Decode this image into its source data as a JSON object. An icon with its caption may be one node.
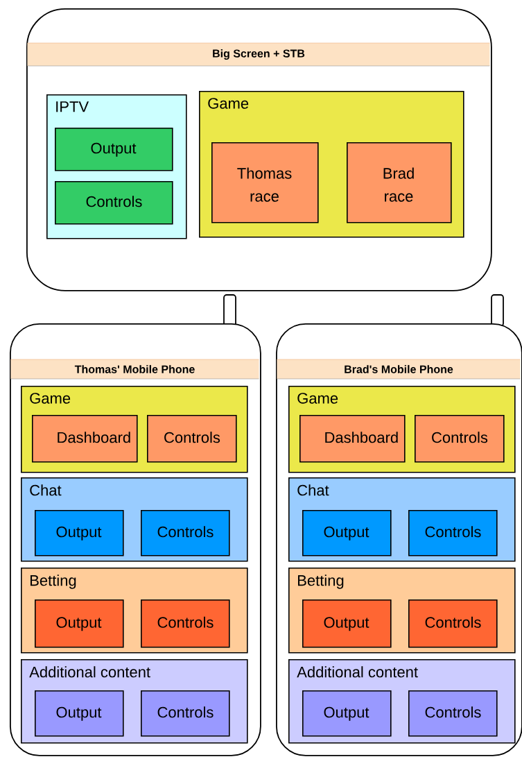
{
  "diagram": {
    "nodes": [
      {
        "text": [
          "Big Screen + STB"
        ]
      },
      {
        "text": [
          "IPTV"
        ],
        "in": 0
      },
      {
        "text": [
          "Output"
        ],
        "in": 1
      },
      {
        "text": [
          "Controls"
        ],
        "in": 1
      },
      {
        "text": [
          "Game"
        ],
        "in": 0
      },
      {
        "text": [
          "Thomas race"
        ],
        "in": 4
      },
      {
        "text": [
          "Brad race"
        ],
        "in": 4
      },
      {
        "text": [
          "Thomas' Mobile Phone"
        ]
      },
      {
        "text": [
          "Game"
        ],
        "in": 7
      },
      {
        "text": [
          "Dashboard"
        ],
        "in": 8
      },
      {
        "text": [
          "Controls"
        ],
        "in": 8
      },
      {
        "text": [
          "Chat"
        ],
        "in": 7
      },
      {
        "text": [
          "Output"
        ],
        "in": 11
      },
      {
        "text": [
          "Controls"
        ],
        "in": 11
      },
      {
        "text": [
          "Betting"
        ],
        "in": 7
      },
      {
        "text": [
          "Output"
        ],
        "in": 14
      },
      {
        "text": [
          "Controls"
        ],
        "in": 14
      },
      {
        "text": [
          "Additional content"
        ],
        "in": 7
      },
      {
        "text": [
          "Output"
        ],
        "in": 17
      },
      {
        "text": [
          "Controls"
        ],
        "in": 17
      },
      {
        "text": [
          "Brad's Mobile Phone"
        ]
      },
      {
        "text": [
          "Game"
        ],
        "in": 20
      },
      {
        "text": [
          "Dashboard"
        ],
        "in": 21
      },
      {
        "text": [
          "Controls"
        ],
        "in": 21
      },
      {
        "text": [
          "Chat"
        ],
        "in": 20
      },
      {
        "text": [
          "Output"
        ],
        "in": 24
      },
      {
        "text": [
          "Controls"
        ],
        "in": 24
      },
      {
        "text": [
          "Betting"
        ],
        "in": 20
      },
      {
        "text": [
          "Output"
        ],
        "in": 27
      },
      {
        "text": [
          "Controls"
        ],
        "in": 27
      },
      {
        "text": [
          "Additional content"
        ],
        "in": 20
      },
      {
        "text": [
          "Output"
        ],
        "in": 30
      },
      {
        "text": [
          "Controls"
        ],
        "in": 30
      }
    ]
  }
}
